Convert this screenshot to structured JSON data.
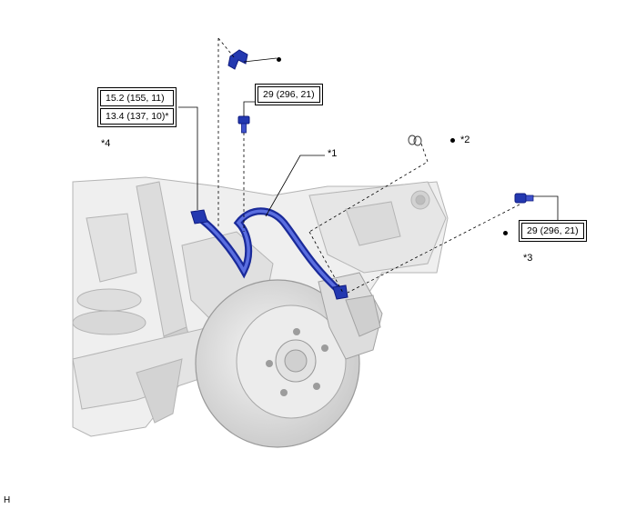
{
  "callouts": {
    "c1": "*1",
    "c2": "*2",
    "c3": "*3",
    "c4": "*4"
  },
  "torque": {
    "top": "29 (296, 21)",
    "right": "29 (296, 21)",
    "left_line1": "15.2 (155, 11)",
    "left_line2": "13.4 (137, 10)*"
  },
  "corner_mark": "H",
  "colors": {
    "highlight_part": "#2338b0",
    "highlight_dark": "#101c80",
    "line": "#000000",
    "drawing_gray": "#d6d6d6"
  },
  "icons": [
    "clip-icon",
    "union-bolt-icon",
    "gasket-icon",
    "flexible-hose-icon",
    "bleeder-bolt-icon",
    "brake-disc-icon",
    "caliper-icon"
  ]
}
